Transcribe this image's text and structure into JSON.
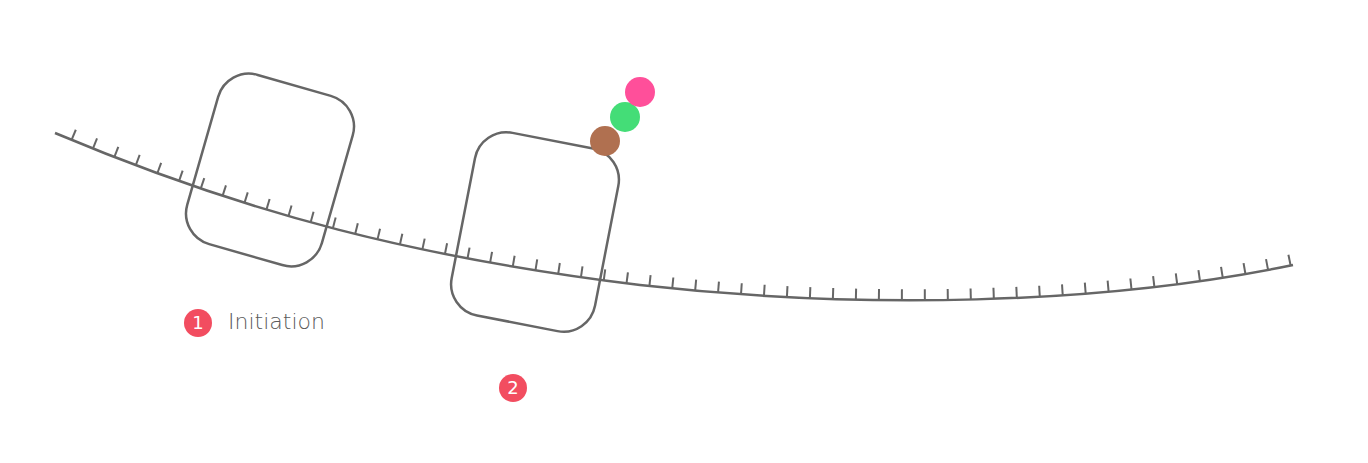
{
  "diagram": {
    "labels": [
      "1",
      "Initiation",
      "2"
    ]
  }
}
